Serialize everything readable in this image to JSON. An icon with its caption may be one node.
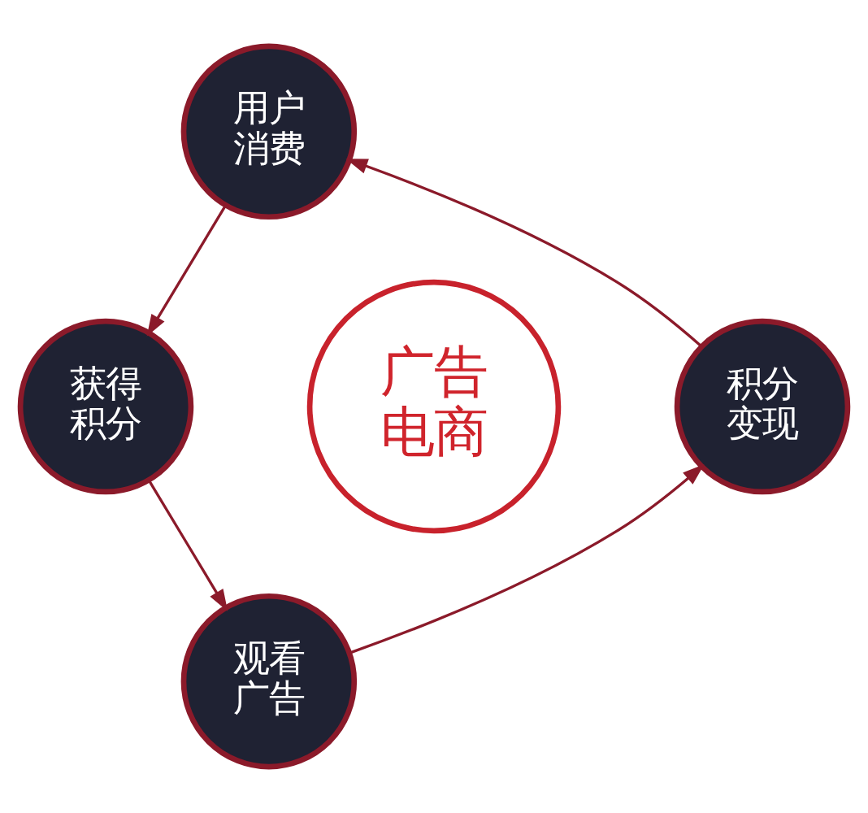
{
  "diagram": {
    "nodes": [
      {
        "text": [
          "用户消费"
        ]
      },
      {
        "text": [
          "获得积分"
        ]
      },
      {
        "text": [
          "广告电商"
        ]
      },
      {
        "text": [
          "积分变现"
        ]
      },
      {
        "text": [
          "观看广告"
        ]
      }
    ],
    "edges": [
      {
        "from": 0,
        "to": 1,
        "arrow": "to"
      },
      {
        "from": 1,
        "to": 4,
        "arrow": "to"
      },
      {
        "from": 4,
        "to": 3,
        "arrow": "to"
      },
      {
        "from": 3,
        "to": 0,
        "arrow": "to"
      }
    ]
  }
}
